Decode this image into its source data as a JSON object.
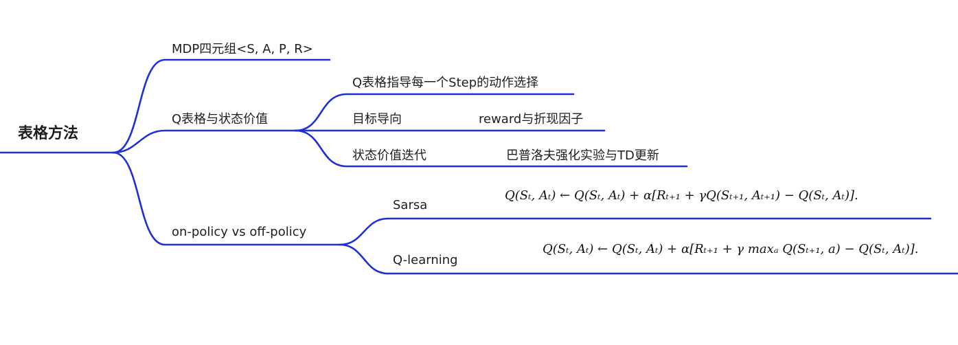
{
  "root": {
    "label": "表格方法"
  },
  "branches": {
    "mdp": {
      "label": "MDP四元组<S, A, P, R>"
    },
    "q_table": {
      "label": "Q表格与状态价值",
      "children": [
        {
          "label": "Q表格指导每一个Step的动作选择",
          "detail": ""
        },
        {
          "label": "目标导向",
          "detail": "reward与折现因子"
        },
        {
          "label": "状态价值迭代",
          "detail": "巴普洛夫强化实验与TD更新"
        }
      ]
    },
    "policy": {
      "label": "on-policy vs off-policy",
      "children": [
        {
          "label": "Sarsa",
          "formula": "Q(Sₜ, Aₜ) ← Q(Sₜ, Aₜ) + α[Rₜ₊₁ + γQ(Sₜ₊₁, Aₜ₊₁) − Q(Sₜ, Aₜ)]."
        },
        {
          "label": "Q-learning",
          "formula": "Q(Sₜ, Aₜ) ← Q(Sₜ, Aₜ) + α[Rₜ₊₁ + γ maxₐ Q(Sₜ₊₁, a) − Q(Sₜ, Aₜ)]."
        }
      ]
    }
  },
  "colors": {
    "edge": "#1f2fd6",
    "text": "#1e1e1e",
    "background": "#ffffff"
  }
}
